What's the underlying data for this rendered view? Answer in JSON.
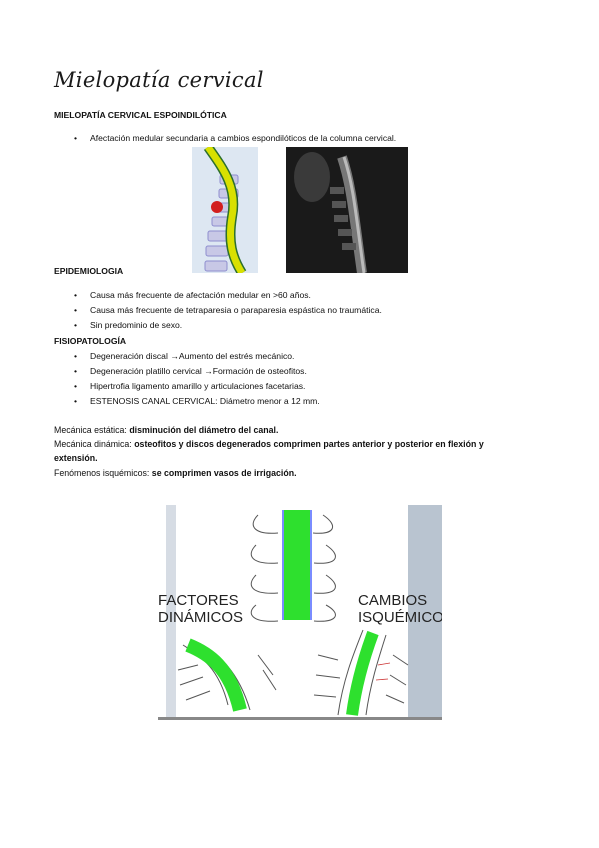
{
  "title": "Mielopatía cervical",
  "sections": {
    "s1_heading": "MIELOPATÍA CERVICAL ESPOINDILÓTICA",
    "s1_bullets": [
      "Afectación medular secundaria a cambios espondilóticos de la columna cervical."
    ],
    "s2_heading": "EPIDEMIOLOGIA",
    "s2_bullets": [
      "Causa más frecuente de afectación medular en >60 años.",
      "Causa más frecuente de tetraparesia o paraparesia espástica no traumática.",
      "Sin predominio de sexo."
    ],
    "s3_heading": "FISIOPATOLOGÍA",
    "s3_bullets": [
      "Degeneración discal →Aumento del estrés mecánico.",
      "Degeneración platillo cervical →Formación de osteofitos.",
      "Hipertrofia ligamento amarillo y articulaciones facetarias.",
      "ESTENOSIS CANAL CERVICAL: Diámetro menor a 12 mm."
    ]
  },
  "mechanics": {
    "static_label": "Mecánica estática: ",
    "static_text": "disminución del diámetro del canal.",
    "dynamic_label": "Mecánica dinámica: ",
    "dynamic_text_1": "osteofitos y discos degenerados comprimen partes anterior y posterior en flexión y",
    "dynamic_text_2": "extensión.",
    "ischemic_label": "Fenómenos isquémicos: ",
    "ischemic_text": "se comprimen vasos de irrigación."
  },
  "figure2": {
    "label_left_1": "FACTORES",
    "label_left_2": "DINÁMICOS",
    "label_right_1": "CAMBIOS",
    "label_right_2": "ISQUÉMICOS"
  },
  "bullet_glyph": "•",
  "colors": {
    "cord_green": "#2ee02e",
    "cord_yellow": "#d8e000",
    "lesion_red": "#d21e1e",
    "vertebra_blue": "#8e8ecf"
  }
}
